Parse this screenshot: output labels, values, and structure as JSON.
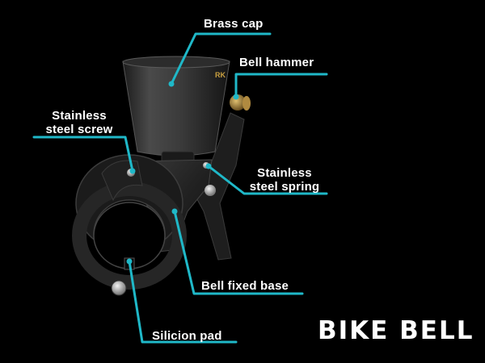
{
  "title": "BIKE BELL",
  "accent_color": "#1fb8c8",
  "labels": {
    "brass_cap": "Brass cap",
    "bell_hammer": "Bell hammer",
    "screw_line1": "Stainless",
    "screw_line2": "steel screw",
    "spring_line1": "Stainless",
    "spring_line2": "steel spring",
    "fixed_base": "Bell fixed base",
    "pad": "Silicion pad"
  },
  "cap_logo": "RK"
}
